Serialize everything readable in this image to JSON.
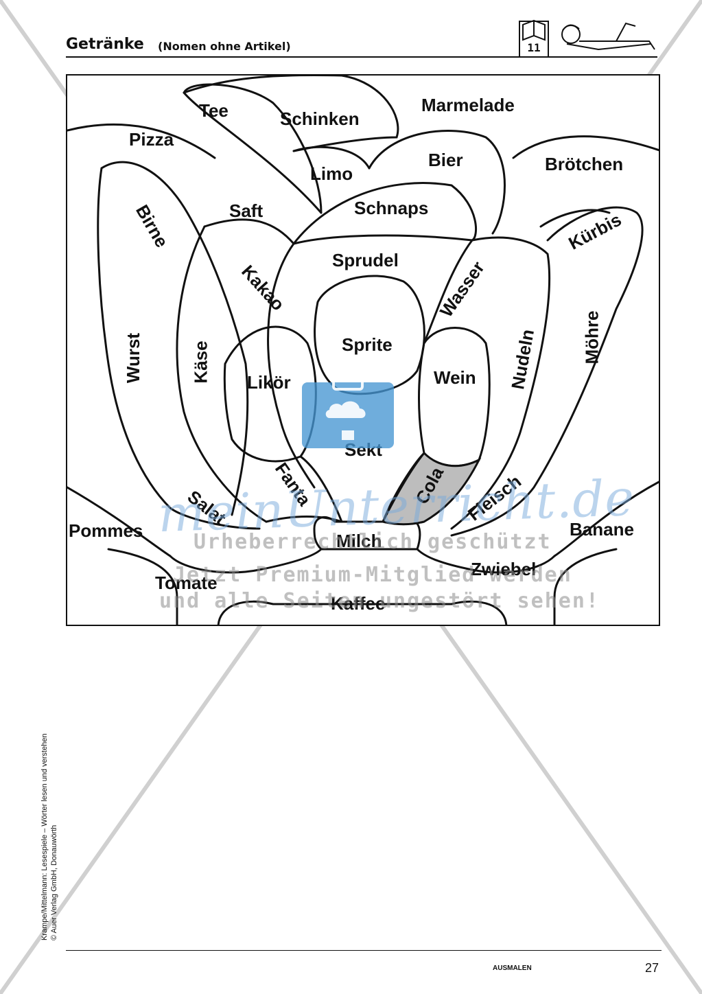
{
  "header": {
    "title": "Getränke",
    "subtitle": "(Nomen ohne Artikel)",
    "chapter_number": "11"
  },
  "picture": {
    "words": {
      "tee": "Tee",
      "schinken": "Schinken",
      "marmelade": "Marmelade",
      "pizza": "Pizza",
      "limo": "Limo",
      "bier": "Bier",
      "broetchen": "Brötchen",
      "saft": "Saft",
      "schnaps": "Schnaps",
      "birne": "Birne",
      "kuerbis": "Kürbis",
      "sprudel": "Sprudel",
      "kakao": "Kakao",
      "wasser": "Wasser",
      "wurst": "Wurst",
      "kaese": "Käse",
      "sprite": "Sprite",
      "moehre": "Möhre",
      "nudeln": "Nudeln",
      "likoer": "Likör",
      "wein": "Wein",
      "sekt": "Sekt",
      "fanta": "Fanta",
      "cola": "Cola",
      "salat": "Salat",
      "fleisch": "Fleisch",
      "pommes": "Pommes",
      "milch": "Milch",
      "banane": "Banane",
      "zwiebel": "Zwiebel",
      "tomate": "Tomate",
      "kaffee": "Kaffee"
    },
    "shaded_region": "Cola",
    "shade_color": "#bdbdbd"
  },
  "watermark": {
    "brand": "meinUnterricht.de",
    "line1": "Urheberrechtlich geschützt",
    "line2": "Jetzt Premium-Mitglied werden",
    "line3": "und alle Seiten ungestört sehen!",
    "brand_color": "#78aadc",
    "icon": "cloud-briefcase-icon"
  },
  "side_credit": {
    "line1": "Krampe/Mittelmann: Lesespiele – Wörter lesen und verstehen",
    "line2": "© Auer Verlag GmbH, Donauwörth"
  },
  "footer": {
    "section_label": "AUSMALEN",
    "page_number": "27"
  }
}
